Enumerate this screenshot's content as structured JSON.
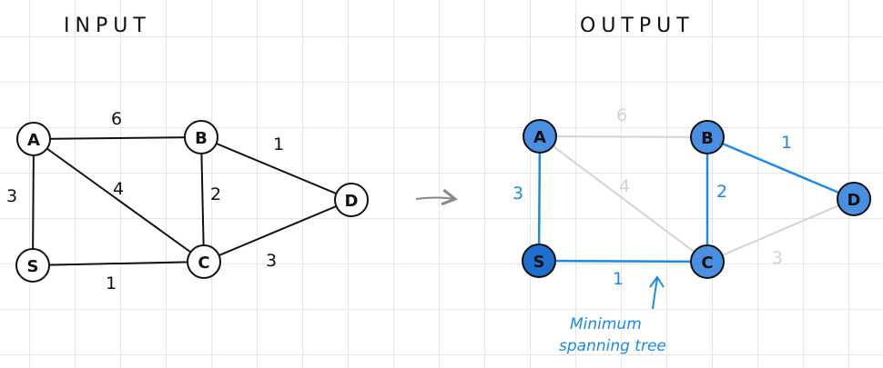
{
  "titles": {
    "input": "INPUT",
    "output": "OUTPUT"
  },
  "colors": {
    "ink": "#111111",
    "mst": "#1e88e5",
    "node_fill": "#4a90e2",
    "faded": "#d3d3d3"
  },
  "input_graph": {
    "nodes": {
      "A": "A",
      "B": "B",
      "C": "C",
      "D": "D",
      "S": "S"
    },
    "weights": {
      "AB": "6",
      "AC": "4",
      "AS": "3",
      "BC": "2",
      "BD": "1",
      "SC": "1",
      "CD": "3"
    }
  },
  "output_graph": {
    "nodes": {
      "A": "A",
      "B": "B",
      "C": "C",
      "D": "D",
      "S": "S"
    },
    "weights": {
      "AB": "6",
      "AC": "4",
      "AS": "3",
      "BC": "2",
      "BD": "1",
      "SC": "1",
      "CD": "3"
    },
    "mst_edges": [
      "AS",
      "SC",
      "BC",
      "BD"
    ],
    "annotation": {
      "line1": "Minimum",
      "line2": "spanning tree"
    }
  },
  "arrow_icon": "arrow-right-icon"
}
